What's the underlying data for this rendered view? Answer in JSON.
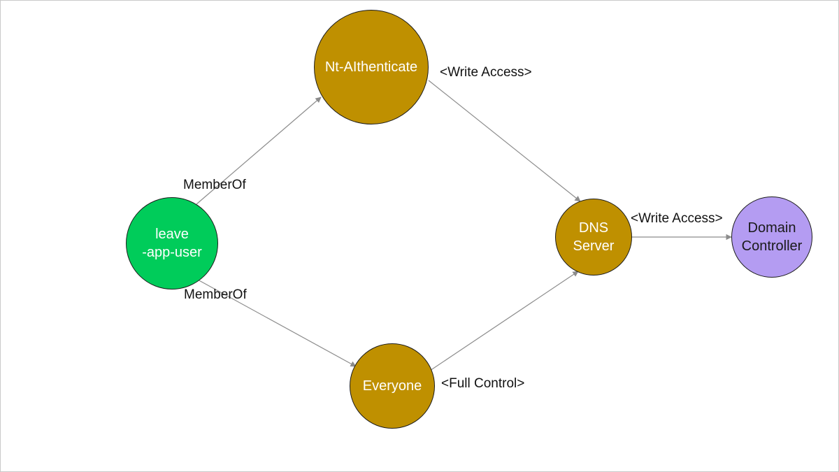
{
  "colors": {
    "node_gold": "#bf9000",
    "node_green": "#00cc5a",
    "node_purple": "#b49cf2",
    "edge": "#8c8c8c"
  },
  "nodes": {
    "user": "leave\n-app-user",
    "nt_authenticate": "Nt-AIthenticate",
    "everyone": "Everyone",
    "dns_server": "DNS\nServer",
    "domain_controller": "Domain\nController"
  },
  "edge_labels": {
    "user_to_nt": "MemberOf",
    "user_to_everyone": "MemberOf",
    "nt_to_dns": "<Write Access>",
    "everyone_to_dns": "<Full Control>",
    "dns_to_dc": "<Write Access>"
  }
}
